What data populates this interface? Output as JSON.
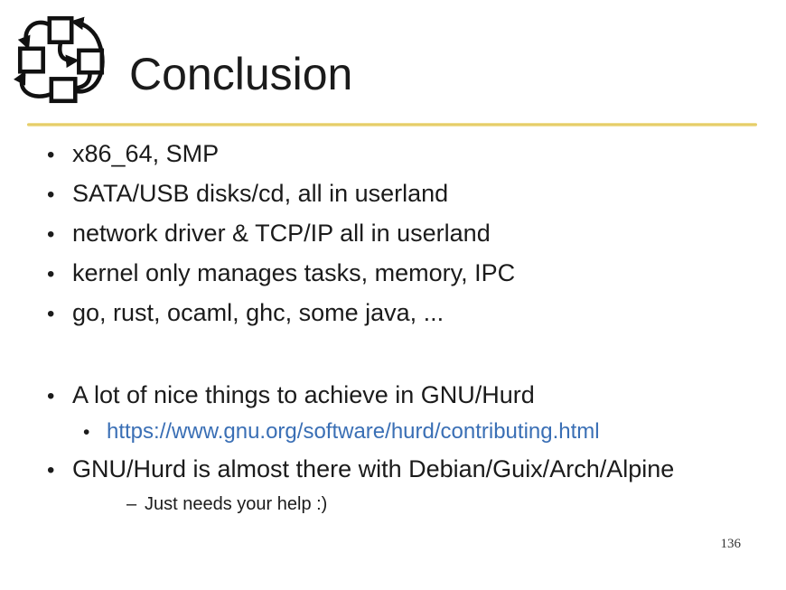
{
  "slide": {
    "title": "Conclusion",
    "page_number": "136",
    "logo": "hurd-boxes-logo"
  },
  "colors": {
    "accent_rule": "#e2c658",
    "link_blue": "#3a6fb5",
    "text": "#1b1b1b"
  },
  "bullets": [
    {
      "level": 1,
      "marker": "•",
      "text": "x86_64, SMP"
    },
    {
      "level": 1,
      "marker": "•",
      "text": "SATA/USB disks/cd, all in userland"
    },
    {
      "level": 1,
      "marker": "•",
      "text": "network driver & TCP/IP all in userland"
    },
    {
      "level": 1,
      "marker": "•",
      "text": "kernel only manages tasks, memory, IPC"
    },
    {
      "level": 1,
      "marker": "•",
      "text": "go, rust, ocaml, ghc, some java, ..."
    },
    {
      "level": 1,
      "marker": "•",
      "text": "A lot of nice things to achieve in GNU/Hurd"
    },
    {
      "level": 2,
      "marker": "•",
      "text": "https://www.gnu.org/software/hurd/contributing.html",
      "is_link": true
    },
    {
      "level": 1,
      "marker": "•",
      "text": "GNU/Hurd is almost there with Debian/Guix/Arch/Alpine"
    },
    {
      "level": 3,
      "marker": "–",
      "text": "Just needs your help :)"
    }
  ]
}
